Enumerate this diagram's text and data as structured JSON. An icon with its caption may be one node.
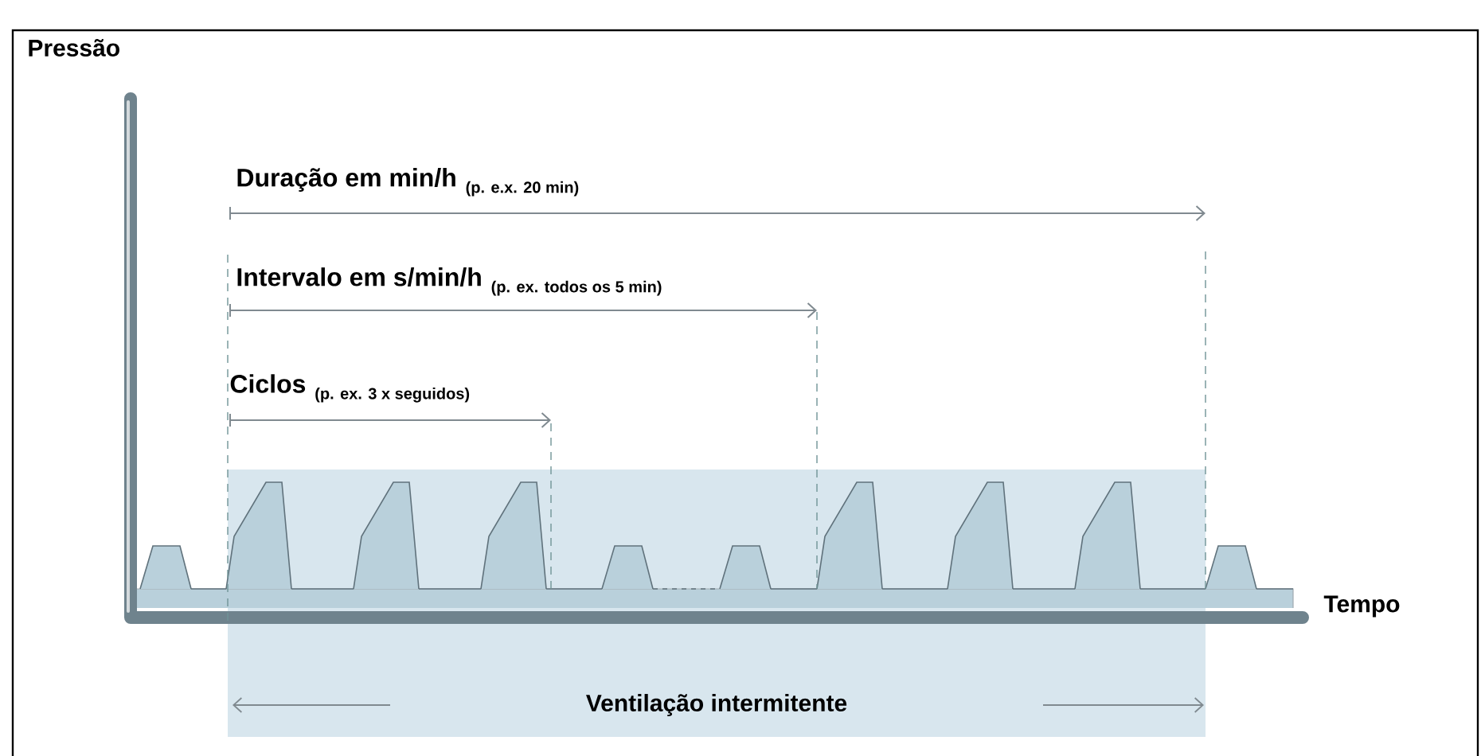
{
  "diagram": {
    "nodes": [
      {
        "text": [
          "Ventilação intermitente"
        ]
      }
    ],
    "edges": [],
    "labels": [
      "Pressão",
      "Duração em min/h",
      "(p. e.x. 20 min)",
      "Intervalo em s/min/h",
      "(p. ex. todos os 5 min)",
      "Ciclos",
      "(p. ex. 3 x seguidos)",
      "Tempo"
    ]
  }
}
